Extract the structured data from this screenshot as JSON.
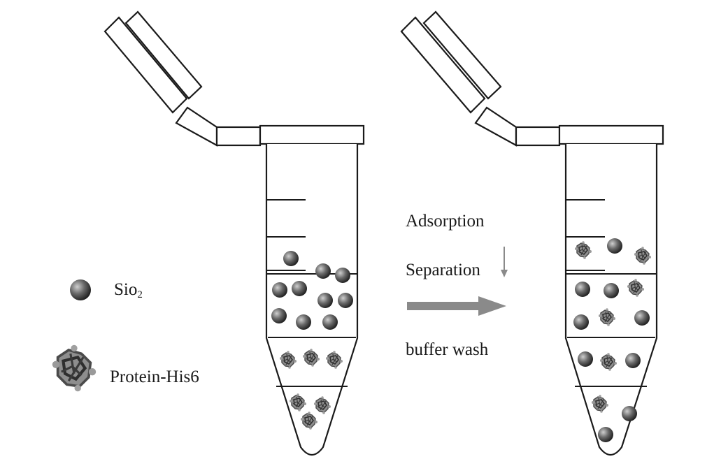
{
  "legend": {
    "sio2": {
      "base": "Sio",
      "sub": "2"
    },
    "protein": "Protein-His6"
  },
  "steps": {
    "adsorption": "Adsorption",
    "separation": "Separation",
    "wash": "buffer wash"
  },
  "colors": {
    "outline": "#1a1a1a",
    "sphere_light": "#bdbdbd",
    "sphere_dark": "#111111",
    "protein": "#6d6d6d",
    "arrow": "#8a8a8a"
  },
  "icons": {
    "sio2": "sphere-icon",
    "protein": "protein-cluster-icon",
    "process": "right-arrow-icon"
  }
}
